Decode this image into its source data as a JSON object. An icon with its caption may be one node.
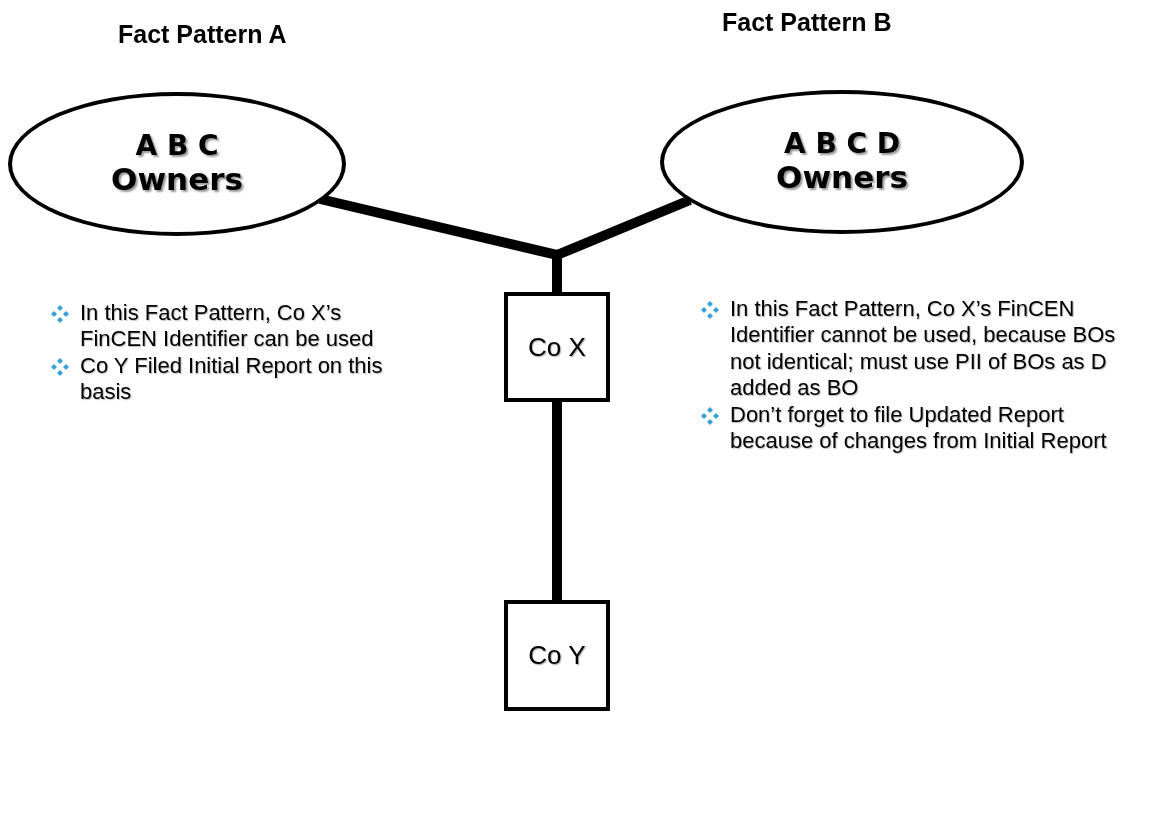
{
  "diagram": {
    "nodes": [
      {
        "text": [
          "Fact Pattern A",
          "A B C",
          "Owners"
        ]
      },
      {
        "text": [
          "Fact Pattern B",
          "A B C D",
          "Owners"
        ]
      },
      {
        "text": [
          "Co X"
        ]
      },
      {
        "text": [
          "Co Y"
        ]
      }
    ],
    "edges": [
      {
        "from": 0,
        "to": 2,
        "arrow": "none"
      },
      {
        "from": 1,
        "to": 2,
        "arrow": "none"
      },
      {
        "from": 2,
        "to": 3,
        "arrow": "none"
      }
    ],
    "labels": [
      "In this Fact Pattern, Co X’s FinCEN Identifier can be used",
      "Co Y Filed Initial Report on this basis",
      "In this Fact Pattern, Co X’s FinCEN Identifier cannot be used, because BOs not identical; must use PII of BOs as D added as BO",
      "Don’t forget to file Updated Report because of changes from Initial Report"
    ]
  }
}
